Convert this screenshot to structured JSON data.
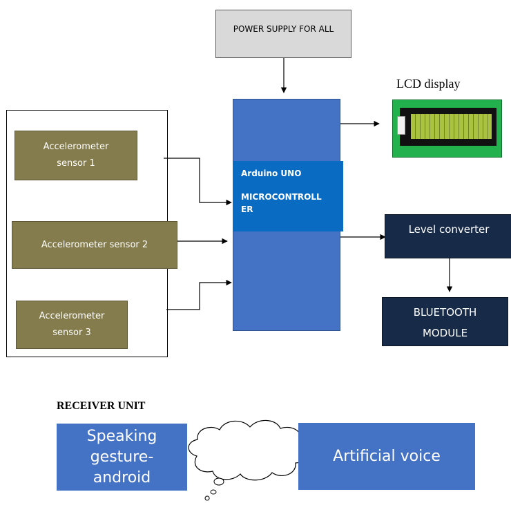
{
  "power": {
    "label": "POWER SUPPLY FOR ALL"
  },
  "sensors": [
    {
      "line1": "Accelerometer",
      "line2": "sensor 1"
    },
    {
      "line1": "Accelerometer sensor 2",
      "line2": ""
    },
    {
      "line1": "Accelerometer",
      "line2": "sensor 3"
    }
  ],
  "arduino": {
    "line1": "Arduino UNO",
    "line2": "MICROCONTROLL",
    "line3": "ER"
  },
  "lcd": {
    "title": "LCD display"
  },
  "level_converter": {
    "label": "Level converter"
  },
  "bluetooth": {
    "line1": "BLUETOOTH",
    "line2": "MODULE"
  },
  "receiver": {
    "title": "RECEIVER UNIT"
  },
  "speaking": {
    "line1": "Speaking",
    "line2": "gesture-",
    "line3": "android"
  },
  "artificial": {
    "label": "Artificial voice"
  }
}
